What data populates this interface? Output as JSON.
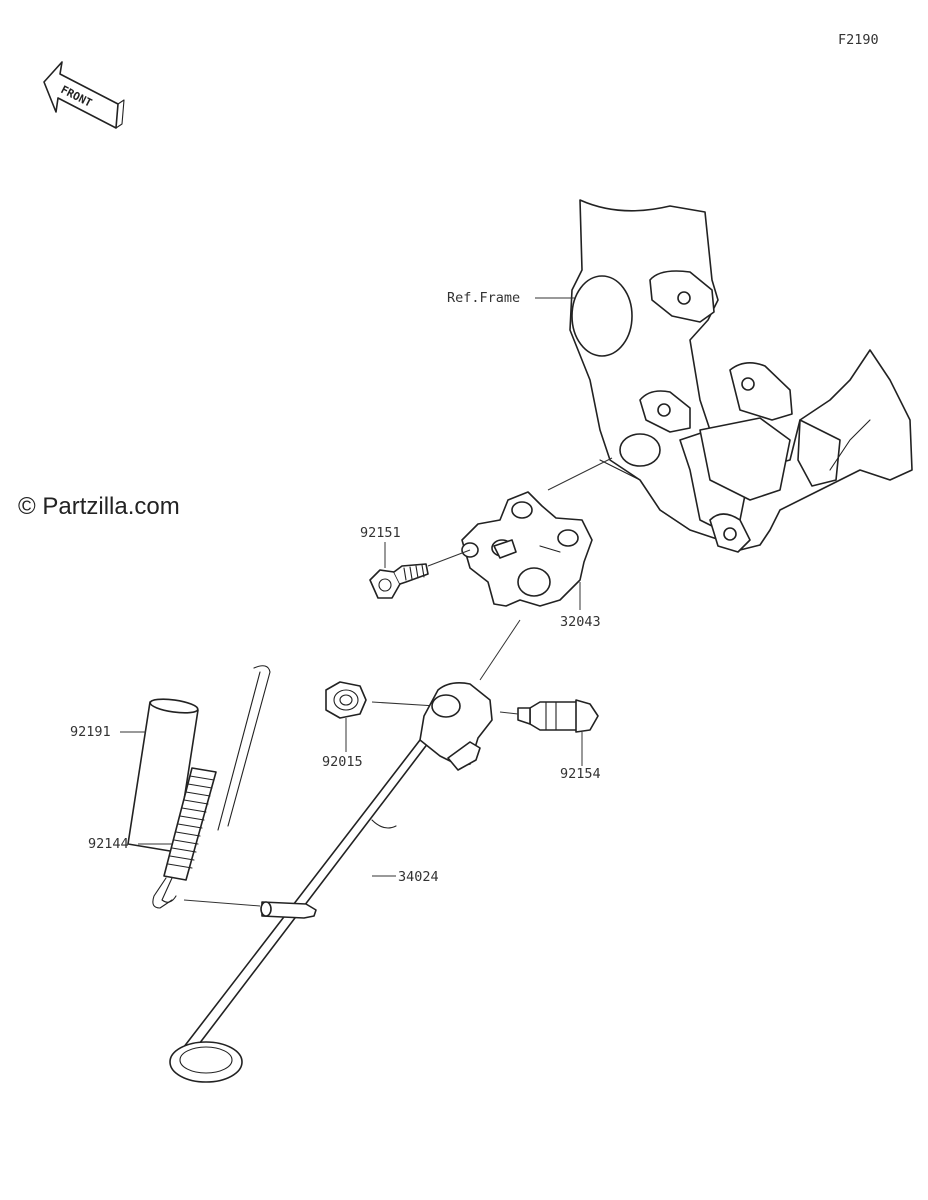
{
  "diagram": {
    "code": "F2190",
    "watermark": "© Partzilla.com",
    "orientation_label": "FRONT",
    "labels": {
      "ref_frame": "Ref.Frame",
      "p92151": "92151",
      "p32043": "32043",
      "p92191": "92191",
      "p92015": "92015",
      "p92154": "92154",
      "p92144": "92144",
      "p34024": "34024"
    }
  }
}
